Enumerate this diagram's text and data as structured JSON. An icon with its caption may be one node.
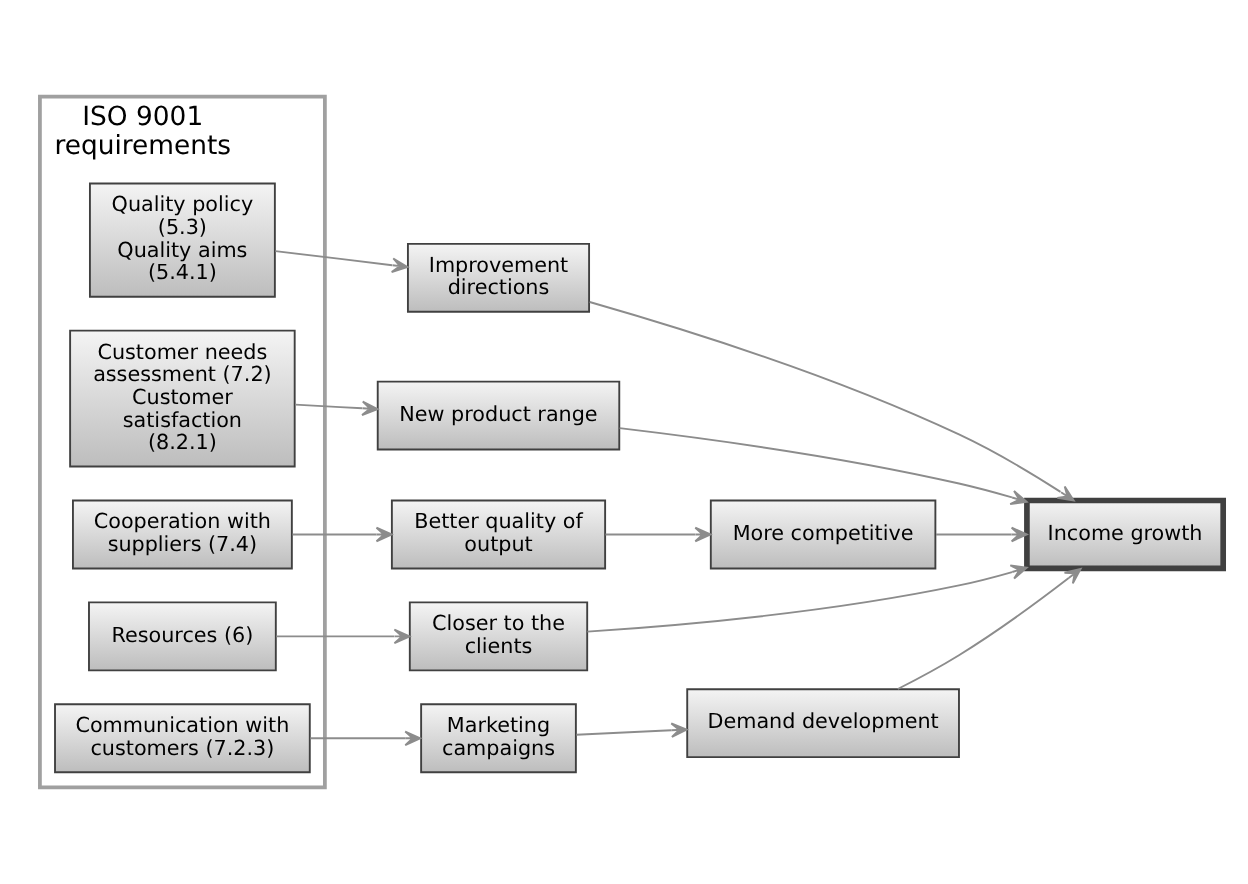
{
  "diagram": {
    "nodes": [
      {
        "text": [
          "ISO 9001 requirements"
        ]
      },
      {
        "text": [
          "Quality policy (5.3)",
          "Quality aims (5.4.1)"
        ],
        "in": 0
      },
      {
        "text": [
          "Customer needs assessment (7.2)",
          "Customer satisfaction (8.2.1)"
        ],
        "in": 0
      },
      {
        "text": [
          "Cooperation with suppliers (7.4)"
        ],
        "in": 0
      },
      {
        "text": [
          "Resources (6)"
        ],
        "in": 0
      },
      {
        "text": [
          "Communication with customers (7.2.3)"
        ],
        "in": 0
      },
      {
        "text": [
          "Improvement directions"
        ]
      },
      {
        "text": [
          "New product range"
        ]
      },
      {
        "text": [
          "Better quality of output"
        ]
      },
      {
        "text": [
          "More competitive"
        ]
      },
      {
        "text": [
          "Closer to the clients"
        ]
      },
      {
        "text": [
          "Marketing campaigns"
        ]
      },
      {
        "text": [
          "Demand development"
        ]
      },
      {
        "text": [
          "Income growth"
        ]
      }
    ],
    "edges": [
      {
        "from": 1,
        "to": 6,
        "arrow": "to"
      },
      {
        "from": 2,
        "to": 7,
        "arrow": "to"
      },
      {
        "from": 3,
        "to": 8,
        "arrow": "to"
      },
      {
        "from": 8,
        "to": 9,
        "arrow": "to"
      },
      {
        "from": 4,
        "to": 10,
        "arrow": "to"
      },
      {
        "from": 5,
        "to": 11,
        "arrow": "to"
      },
      {
        "from": 11,
        "to": 12,
        "arrow": "to"
      },
      {
        "from": 6,
        "to": 13,
        "arrow": "to"
      },
      {
        "from": 7,
        "to": 13,
        "arrow": "to"
      },
      {
        "from": 9,
        "to": 13,
        "arrow": "to"
      },
      {
        "from": 10,
        "to": 13,
        "arrow": "to"
      },
      {
        "from": 12,
        "to": 13,
        "arrow": "to"
      }
    ]
  }
}
